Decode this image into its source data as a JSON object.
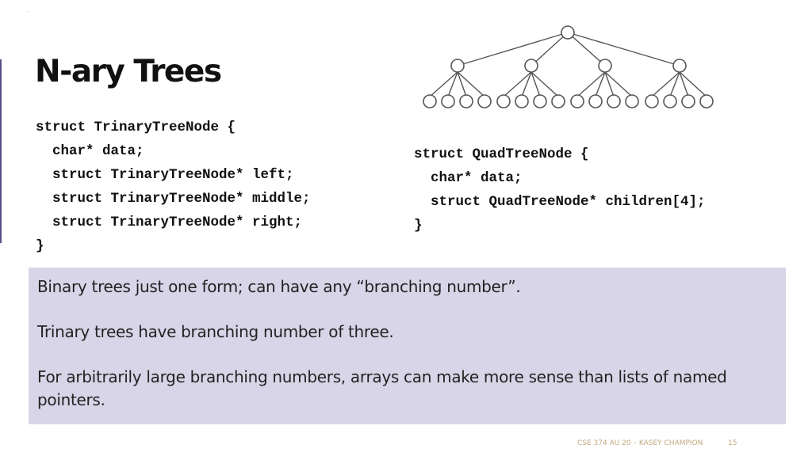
{
  "slide": {
    "corner_mark": ".",
    "title": "N-ary Trees",
    "code_left": [
      "struct TrinaryTreeNode {",
      "  char* data;",
      "  struct TrinaryTreeNode* left;",
      "  struct TrinaryTreeNode* middle;",
      "  struct TrinaryTreeNode* right;",
      "}"
    ],
    "code_right": [
      "struct QuadTreeNode {",
      "  char* data;",
      "  struct QuadTreeNode* children[4];",
      "}"
    ],
    "info": {
      "line1": "Binary trees just one form; can have any “branching number”.",
      "line2": "Trinary trees have branching number of three.",
      "line3a": "For arbitrarily large branching numbers, arrays can make more sense than lists of named",
      "line3b": "pointers."
    },
    "footer": {
      "course": "CSE 374 AU 20 – KASEY CHAMPION",
      "page": "15"
    },
    "colors": {
      "accent_bar": "#5b4b8a",
      "info_box": "#d9d5e8",
      "footer_text": "#c2a880"
    }
  }
}
